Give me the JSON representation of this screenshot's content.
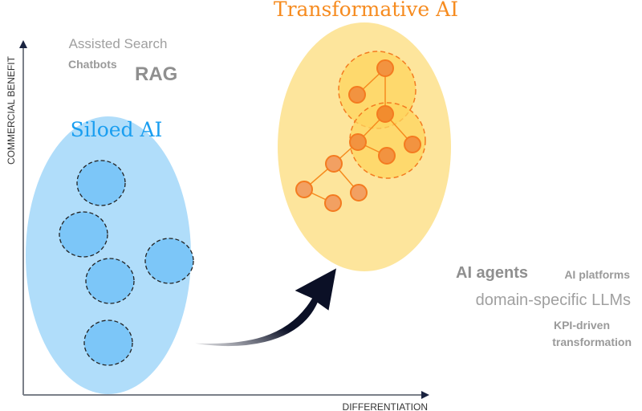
{
  "axes": {
    "y_label": "COMMERCIAL BENEFIT",
    "x_label": "DIFFERENTIATION"
  },
  "siloed": {
    "title": "Siloed AI",
    "terms": {
      "assisted_search": "Assisted Search",
      "chatbots": "Chatbots",
      "rag": "RAG"
    }
  },
  "transformative": {
    "title": "Transformative AI",
    "terms": {
      "agents": "AI agents",
      "platforms": "AI platforms",
      "llms": "domain-specific LLMs",
      "kpi_line1": "KPI-driven",
      "kpi_line2": "transformation"
    }
  },
  "colors": {
    "blue": "#aedcfa",
    "blue_node": "#7cc6f8",
    "yellow": "#fde49a",
    "orange": "#f68b1f",
    "siloed_title": "#1a9ef0",
    "transformative_title": "#f68b1f",
    "gray_text": "#999999"
  }
}
